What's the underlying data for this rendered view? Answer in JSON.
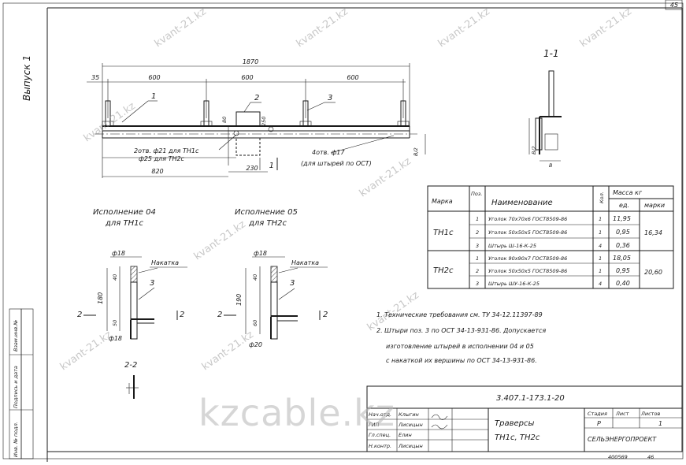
{
  "sheet": {
    "page_number": "45",
    "volume_label": "Выпуск 1",
    "side_stamp": [
      "Инв. № подл.",
      "Подпись и дата",
      "Взам.инв.№"
    ],
    "bottom_code": "400569",
    "bottom_page": "46"
  },
  "main_view": {
    "overall_length": "1870",
    "left_offset": "35",
    "spacing": [
      "600",
      "600",
      "600"
    ],
    "callouts": [
      "1",
      "2",
      "3"
    ],
    "height_80": "80",
    "height_250": "250",
    "height_b2": "В/2",
    "dim_820": "820",
    "dim_230": "230",
    "hole_note_1": "2отв. ф21 для ТН1с",
    "hole_note_2": "ф25 для ТН2с",
    "hole_note_3": "4отв. ф17",
    "hole_note_4": "(для штырей по ОСТ)"
  },
  "section_1_1": {
    "title": "1-1",
    "dim_b2": "В/2",
    "dim_b": "В"
  },
  "table": {
    "headers": {
      "mark": "Марка",
      "pos": "Поз.",
      "name": "Наименование",
      "qty": "Кол.",
      "mass": "Масса кг",
      "unit": "ед.",
      "mark_total": "марки"
    },
    "groups": [
      {
        "mark": "ТН1с",
        "total": "16,34",
        "rows": [
          {
            "pos": "1",
            "name": "Уголок 70х70х6 ГОСТ8509-86",
            "qty": "1",
            "unit": "11,95"
          },
          {
            "pos": "2",
            "name": "Уголок 50х50х5 ГОСТ8509-86",
            "qty": "1",
            "unit": "0,95"
          },
          {
            "pos": "3",
            "name": "Штырь Ш-16-К-25",
            "qty": "4",
            "unit": "0,36"
          }
        ]
      },
      {
        "mark": "ТН2с",
        "total": "20,60",
        "rows": [
          {
            "pos": "1",
            "name": "Уголок 90х90х7 ГОСТ8509-86",
            "qty": "1",
            "unit": "18,05"
          },
          {
            "pos": "2",
            "name": "Уголок 50х50х5 ГОСТ8509-86",
            "qty": "1",
            "unit": "0,95"
          },
          {
            "pos": "3",
            "name": "Штырь ШУ-16-К-25",
            "qty": "4",
            "unit": "0,40"
          }
        ]
      }
    ]
  },
  "variant_04": {
    "title": "Исполнение 04",
    "subtitle": "для ТН1с",
    "dia_top": "ф18",
    "dia_bottom": "ф18",
    "knurl": "Накатка",
    "dim_40": "40",
    "dim_180": "180",
    "dim_50": "50",
    "callout": "3",
    "section_mark": "2"
  },
  "variant_05": {
    "title": "Исполнение 05",
    "subtitle": "для ТН2с",
    "dia_top": "ф18",
    "dia_bottom": "ф20",
    "knurl": "Накатка",
    "dim_40": "40",
    "dim_190": "190",
    "dim_60": "60",
    "callout": "3",
    "section_mark": "2"
  },
  "section_2_2": {
    "title": "2-2"
  },
  "notes": [
    "1. Технические требования см. ТУ 34-12.11397-89",
    "2. Штыри поз. 3 по ОСТ 34-13-931-86. Допускается",
    "изготовление штырей в исполнении 04 и 05",
    "с накаткой их вершины по ОСТ 34-13-931-86."
  ],
  "title_block": {
    "doc_code": "3.407.1-173.1-20",
    "roles": [
      "Нач.отд.",
      "ГИП",
      "Гл.спец.",
      "Н.контр."
    ],
    "names": [
      "Клыгин",
      "Лисицын",
      "Елин",
      "Лисицын"
    ],
    "title_line1": "Траверсы",
    "title_line2": "ТН1с, ТН2с",
    "stage_label": "Стадия",
    "sheet_label": "Лист",
    "sheets_label": "Листов",
    "stage": "Р",
    "sheets": "1",
    "org": "СЕЛЬЭНЕРГОПРОЕКТ"
  },
  "watermark": {
    "site": "kvant-21.kz",
    "big": "kzcable.kz"
  }
}
